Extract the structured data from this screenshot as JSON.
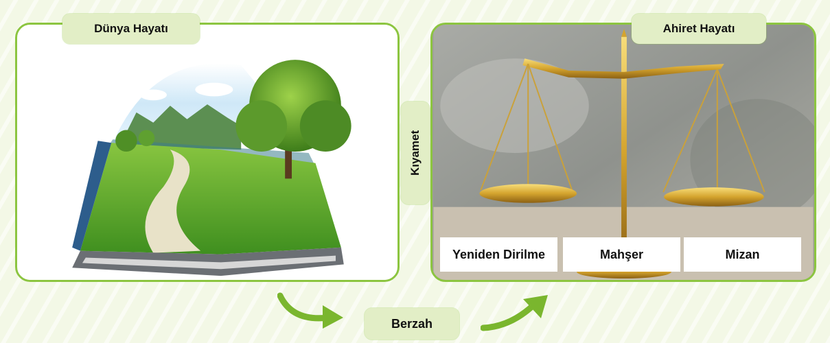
{
  "colors": {
    "accent": "#8cc540",
    "label_bg": "#e2eec6",
    "arrow": "#7ab62e"
  },
  "labels": {
    "dunya": "Dünya Hayatı",
    "ahiret": "Ahiret Hayatı",
    "kiyamet": "Kıyamet",
    "berzah": "Berzah"
  },
  "stages": [
    "Yeniden Dirilme",
    "Mahşer",
    "Mizan"
  ],
  "images": {
    "left": "open-book-landscape-image",
    "right": "golden-scale-image"
  }
}
